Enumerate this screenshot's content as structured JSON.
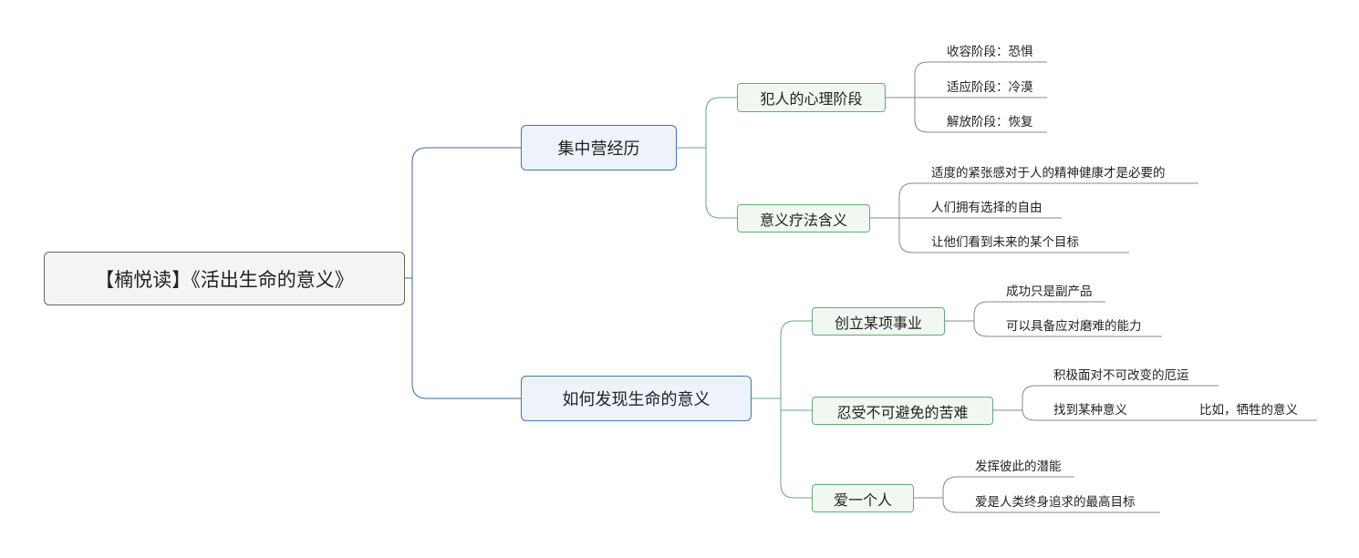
{
  "root": {
    "label": "【楠悦读】《活出生命的意义》"
  },
  "branches": [
    {
      "label": "集中营经历",
      "children": [
        {
          "label": "犯人的心理阶段",
          "items": [
            "收容阶段：恐惧",
            "适应阶段：冷漠",
            "解放阶段：恢复"
          ]
        },
        {
          "label": "意义疗法含义",
          "items": [
            "适度的紧张感对于人的精神健康才是必要的",
            "人们拥有选择的自由",
            "让他们看到未来的某个目标"
          ]
        }
      ]
    },
    {
      "label": "如何发现生命的意义",
      "children": [
        {
          "label": "创立某项事业",
          "items": [
            "成功只是副产品",
            "可以具备应对磨难的能力"
          ]
        },
        {
          "label": "忍受不可避免的苦难",
          "items": [
            "积极面对不可改变的厄运",
            "找到某种意义"
          ],
          "sub_item": "比如，牺牲的意义"
        },
        {
          "label": "爱一个人",
          "items": [
            "发挥彼此的潜能",
            "爱是人类终身追求的最高目标"
          ]
        }
      ]
    }
  ],
  "colors": {
    "root_line": "#3d6a9e",
    "branch_line": "#66a97a",
    "leaf_line": "#888888"
  }
}
